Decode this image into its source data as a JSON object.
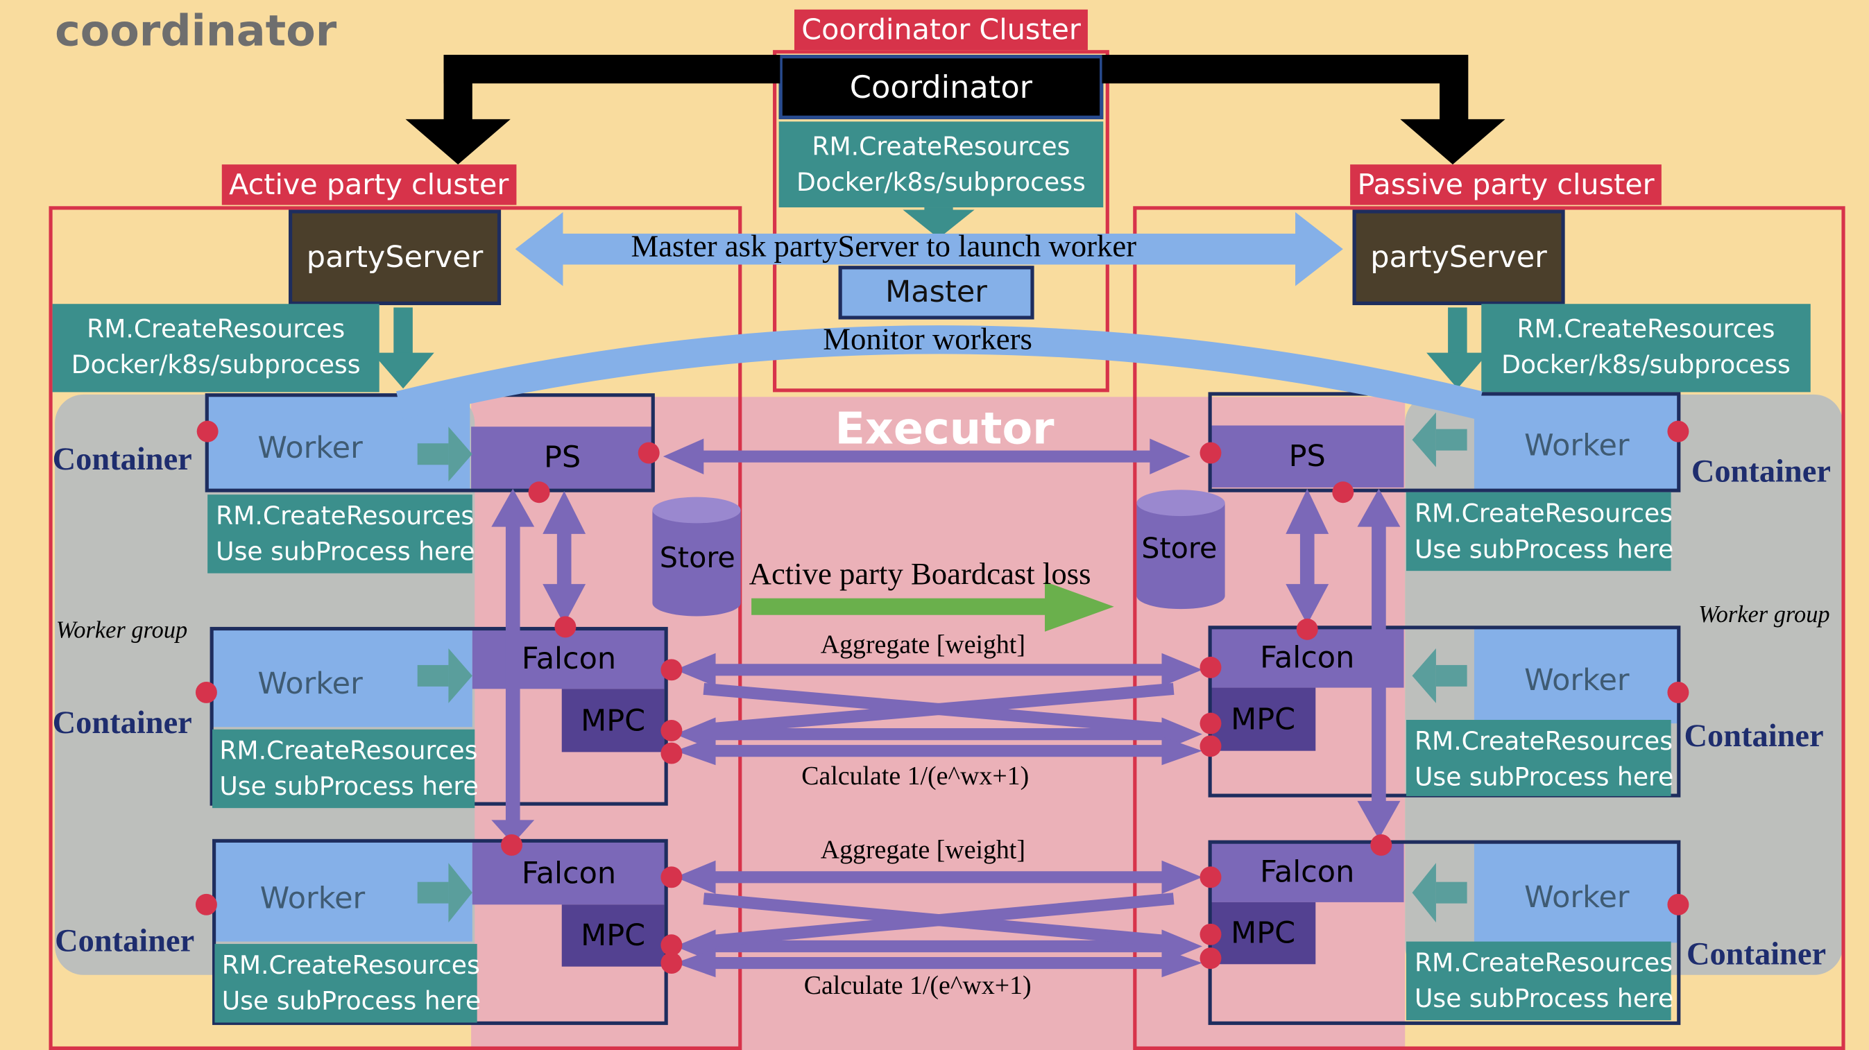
{
  "title": "coordinator",
  "coordinator_cluster": {
    "label": "Coordinator Cluster",
    "coordinator": "Coordinator",
    "rm_line1": "RM.CreateResources",
    "rm_line2": "Docker/k8s/subprocess",
    "master": "Master"
  },
  "active": {
    "label": "Active party cluster",
    "party_server": "partyServer",
    "rm_line1": "RM.CreateResources",
    "rm_line2": "Docker/k8s/subprocess",
    "worker_group": "Worker group"
  },
  "passive": {
    "label": "Passive party cluster",
    "party_server": "partyServer",
    "rm_line1": "RM.CreateResources",
    "rm_line2": "Docker/k8s/subprocess",
    "worker_group": "Worker group"
  },
  "labels": {
    "master_ask": "Master ask partyServer to launch worker",
    "monitor": "Monitor workers",
    "executor": "Executor",
    "store": "Store",
    "broadcast": "Active party Boardcast loss",
    "aggregate": "Aggregate [weight]",
    "calculate": "Calculate  1/(e^wx+1)"
  },
  "unit": {
    "worker": "Worker",
    "container": "Container",
    "rm_line1": "RM.CreateResources",
    "rm_line2": "Use subProcess here",
    "ps": "PS",
    "falcon": "Falcon",
    "mpc": "MPC"
  },
  "colors": {
    "background": "#f9dc9e",
    "cluster_red": "#d7334a",
    "executor_pink": "#ebb1b8",
    "teal": "#3b8f8c",
    "purple": "#7b68b8",
    "light_blue": "#85b0e8",
    "green_arrow": "#6ab04c"
  }
}
